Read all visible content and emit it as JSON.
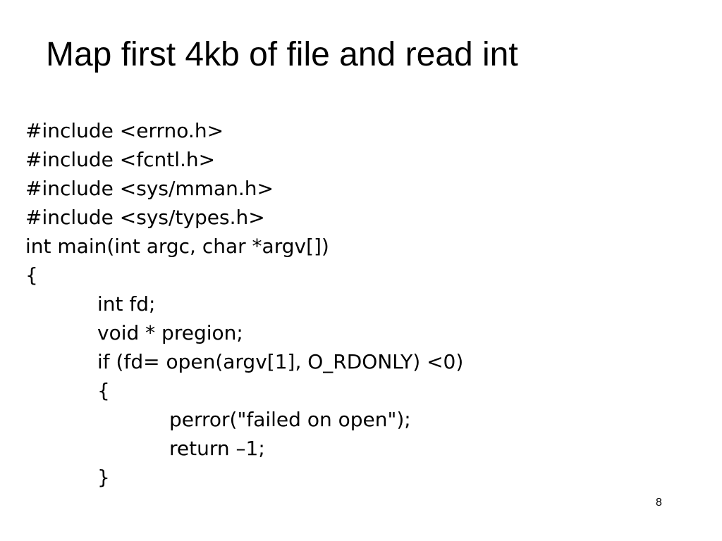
{
  "slide": {
    "title": "Map first 4kb of file and read int",
    "page_number": "8",
    "code_lines": [
      {
        "text": "#include <errno.h>",
        "indent": 0
      },
      {
        "text": "#include <fcntl.h>",
        "indent": 0
      },
      {
        "text": "#include <sys/mman.h>",
        "indent": 0
      },
      {
        "text": "#include <sys/types.h>",
        "indent": 0
      },
      {
        "text": "int main(int argc, char *argv[])",
        "indent": 0
      },
      {
        "text": "{",
        "indent": 0
      },
      {
        "text": "int fd;",
        "indent": 1
      },
      {
        "text": "void * pregion;",
        "indent": 1
      },
      {
        "text": "if (fd= open(argv[1], O_RDONLY) <0)",
        "indent": 1
      },
      {
        "text": "{",
        "indent": 1
      },
      {
        "text": "perror(\"failed on open\");",
        "indent": 2
      },
      {
        "text": "return –1;",
        "indent": 2
      },
      {
        "text": "}",
        "indent": 1
      }
    ]
  }
}
